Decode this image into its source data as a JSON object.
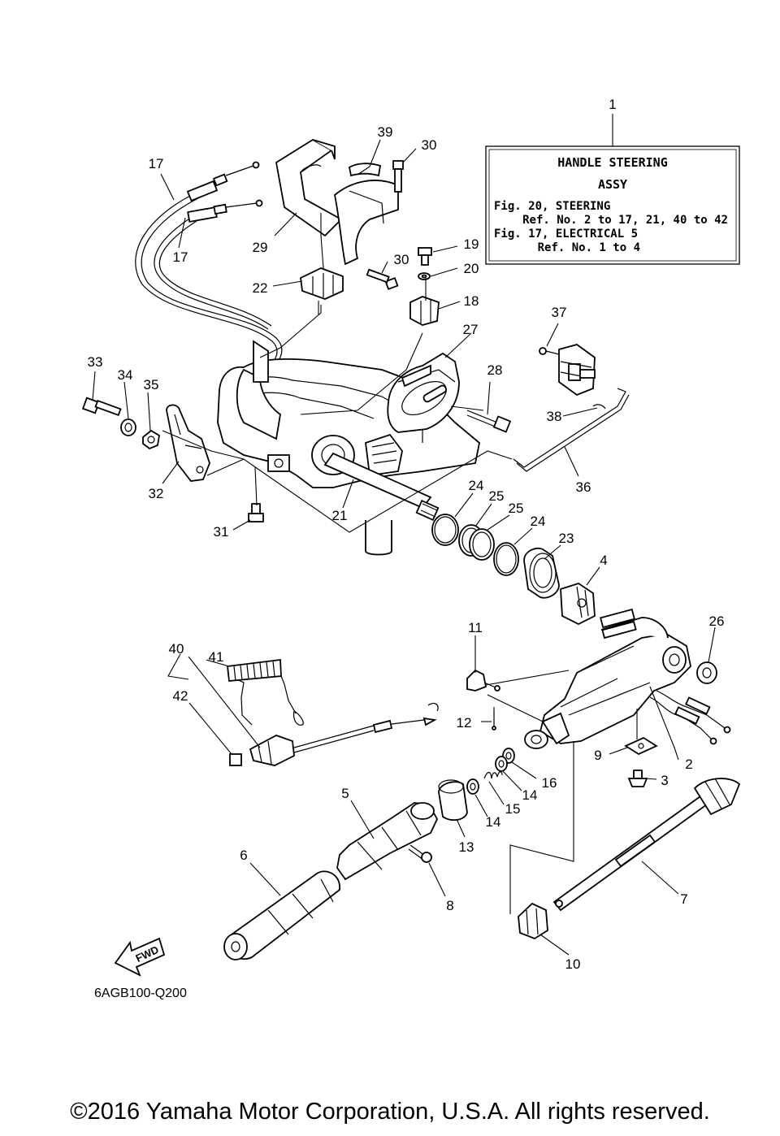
{
  "diagram_code": "6AGB100-Q200",
  "copyright": "©2016 Yamaha Motor Corporation, U.S.A. All rights reserved.",
  "fwd_label": "FWD",
  "info_box": {
    "title_line1": "HANDLE STEERING",
    "title_line2": "ASSY",
    "line1": "Fig. 20, STEERING",
    "line2": "Ref. No. 2 to 17, 21, 40 to 42",
    "line3": "Fig. 17, ELECTRICAL 5",
    "line4": "Ref. No. 1 to 4"
  },
  "callouts": [
    "1",
    "2",
    "3",
    "4",
    "5",
    "6",
    "7",
    "8",
    "9",
    "10",
    "11",
    "12",
    "13",
    "14",
    "14",
    "15",
    "16",
    "17",
    "17",
    "18",
    "19",
    "20",
    "21",
    "22",
    "23",
    "24",
    "24",
    "25",
    "25",
    "26",
    "27",
    "28",
    "29",
    "30",
    "30",
    "31",
    "32",
    "33",
    "34",
    "35",
    "36",
    "37",
    "38",
    "39",
    "40",
    "41",
    "42"
  ]
}
